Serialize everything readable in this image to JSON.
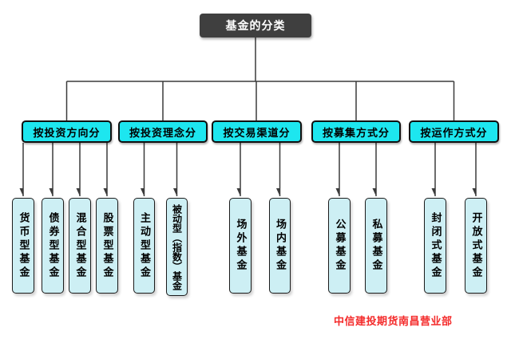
{
  "title": "基金的分类",
  "categories": [
    {
      "label": "按投资方向分",
      "children": [
        "货币型基金",
        "债券型基金",
        "混合型基金",
        "股票型基金"
      ]
    },
    {
      "label": "按投资理念分",
      "children": [
        "主动型基金",
        "被动型（指数）基金"
      ]
    },
    {
      "label": "按交易渠道分",
      "children": [
        "场外基金",
        "场内基金"
      ]
    },
    {
      "label": "按募集方式分",
      "children": [
        "公募基金",
        "私募基金"
      ]
    },
    {
      "label": "按运作方式分",
      "children": [
        "封闭式基金",
        "开放式基金"
      ]
    }
  ],
  "footer": {
    "watermark": "中信建投期货南昌营业部"
  },
  "colors": {
    "root_bg": "#3f3f3f",
    "root_text": "#ffffff",
    "category_bg": "#1de6ef",
    "child_bg": "#cdeff4",
    "line": "#3b3b3b",
    "watermark_text": "#f42a2a"
  }
}
